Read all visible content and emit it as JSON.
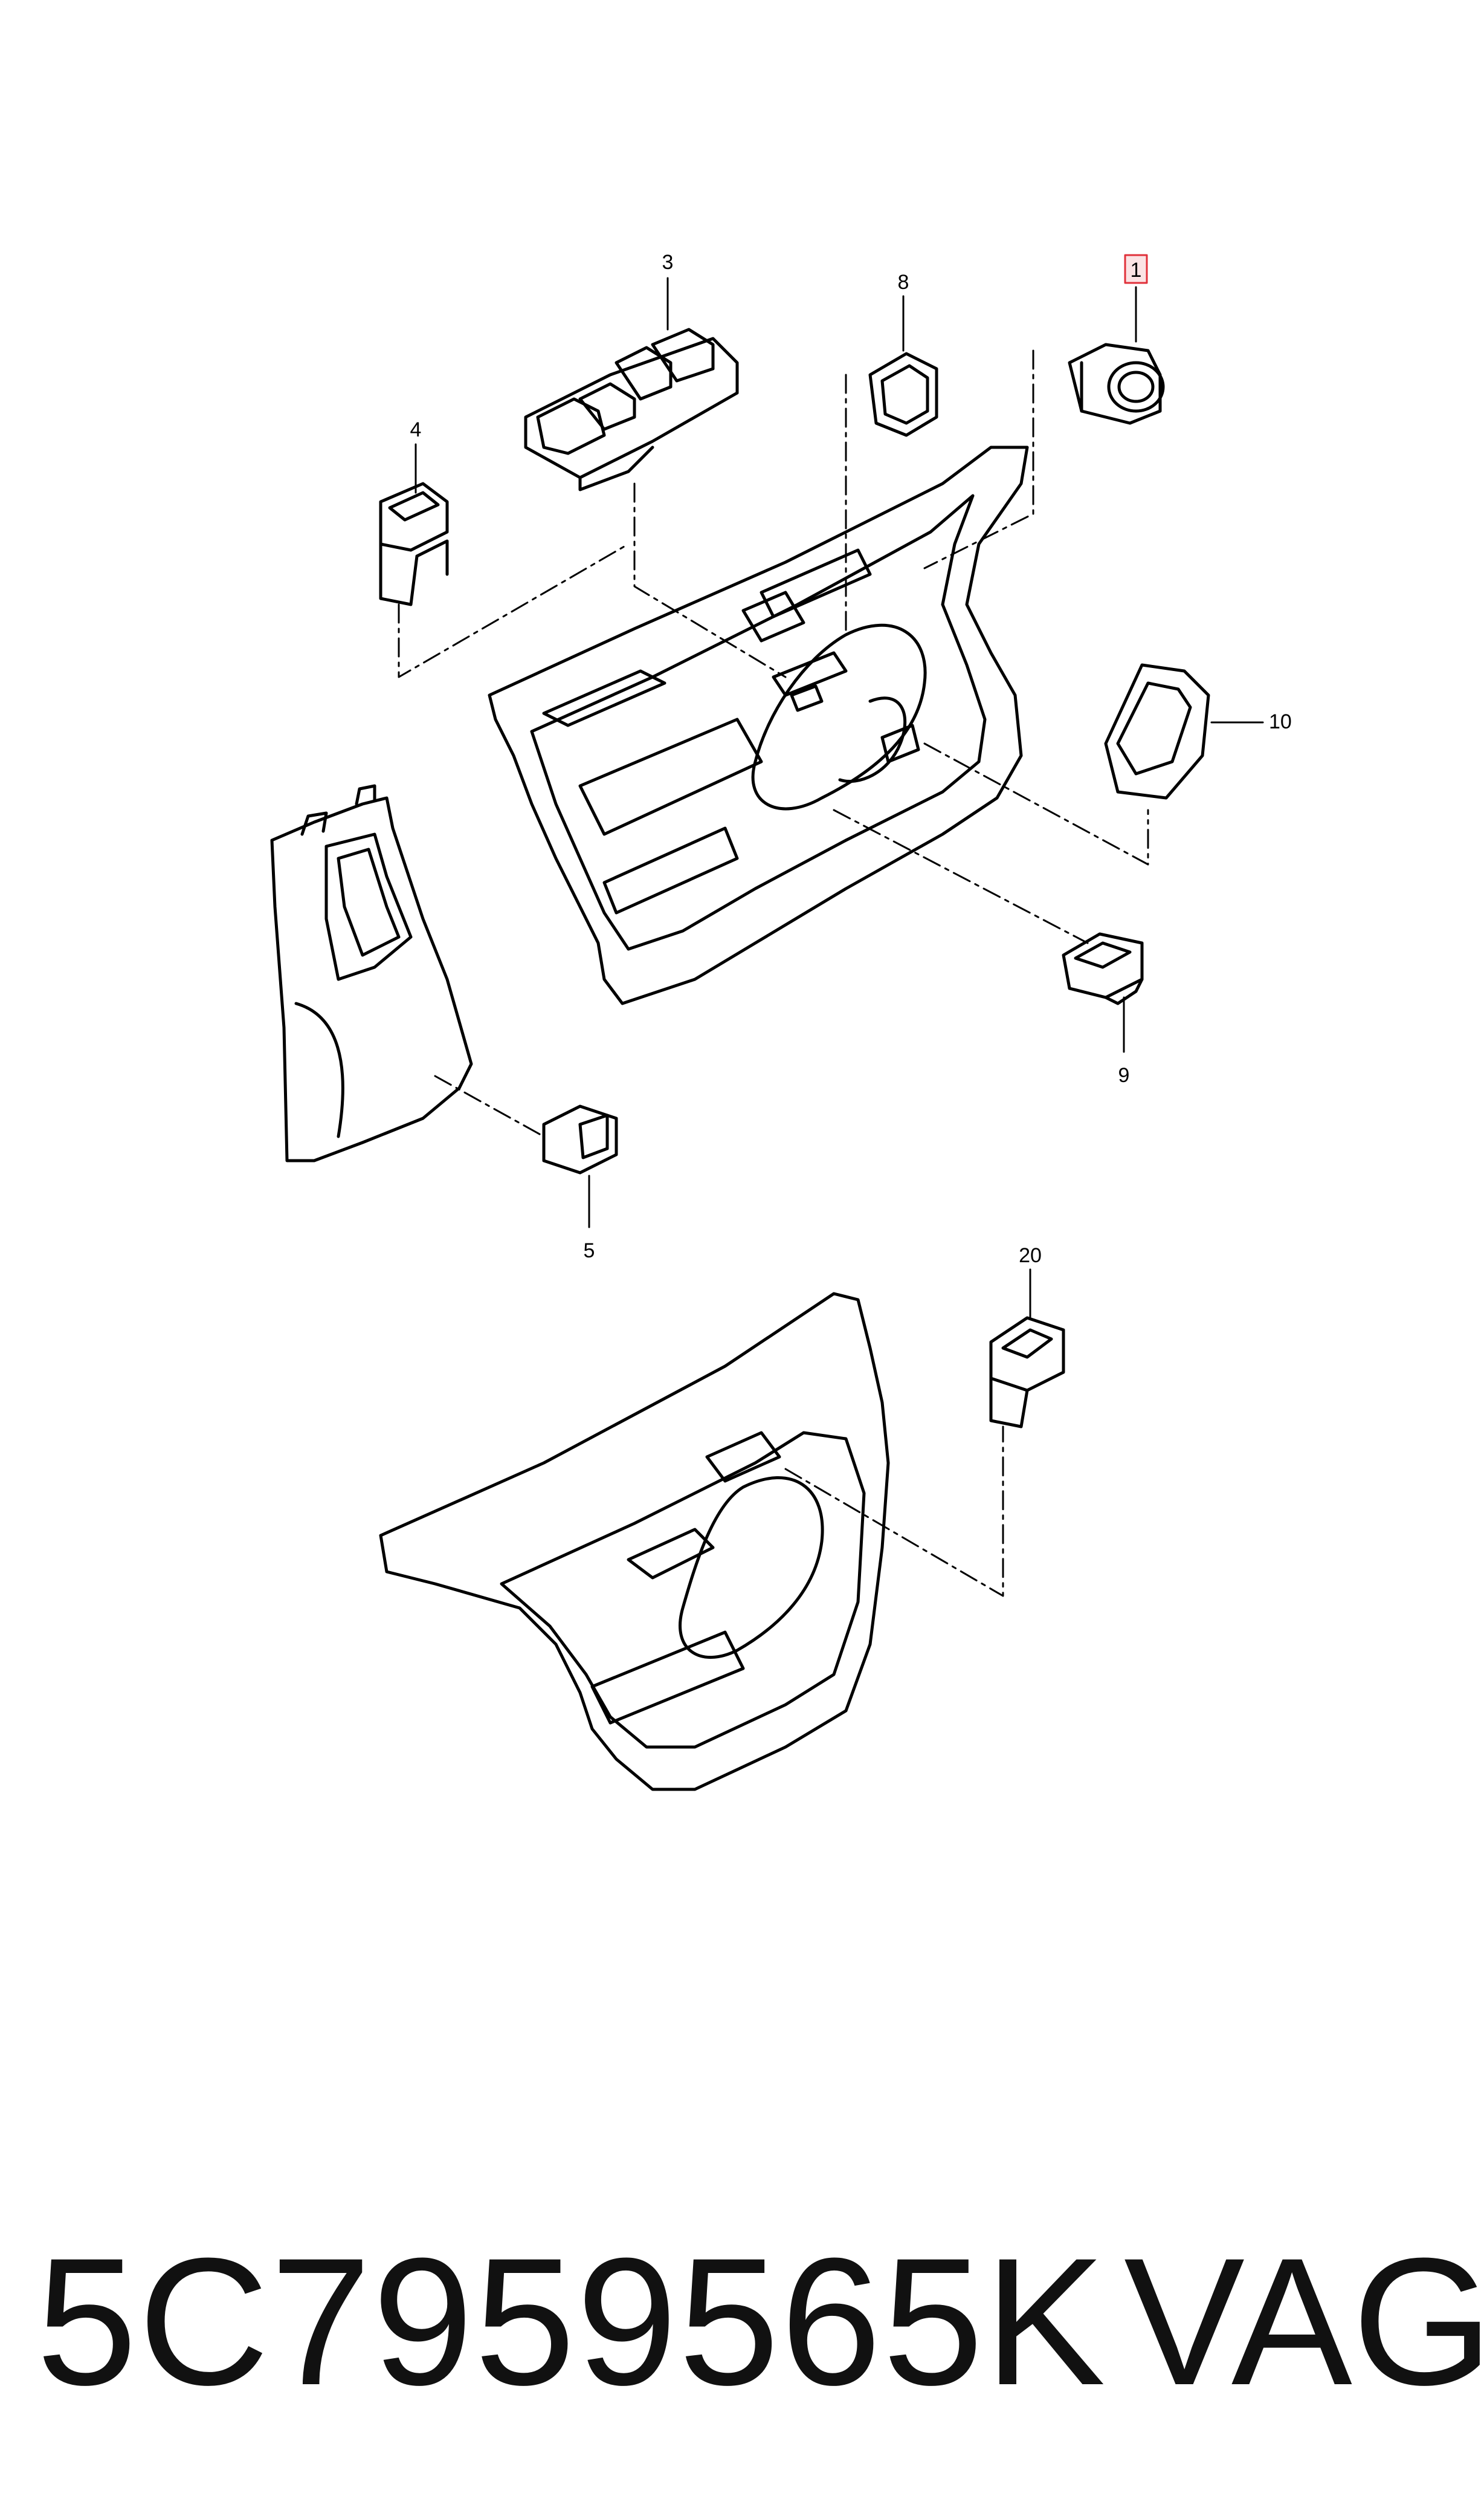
{
  "diagram": {
    "callouts": [
      {
        "id": "c1",
        "label": "1",
        "highlighted": true
      },
      {
        "id": "c3",
        "label": "3"
      },
      {
        "id": "c4",
        "label": "4"
      },
      {
        "id": "c5",
        "label": "5"
      },
      {
        "id": "c8",
        "label": "8"
      },
      {
        "id": "c9",
        "label": "9"
      },
      {
        "id": "c10",
        "label": "10"
      },
      {
        "id": "c20",
        "label": "20"
      }
    ],
    "highlight_color": "#e0303a",
    "line_color": "#000000"
  },
  "footer": {
    "part_number": "5C7959565K",
    "brand": "VAG"
  }
}
